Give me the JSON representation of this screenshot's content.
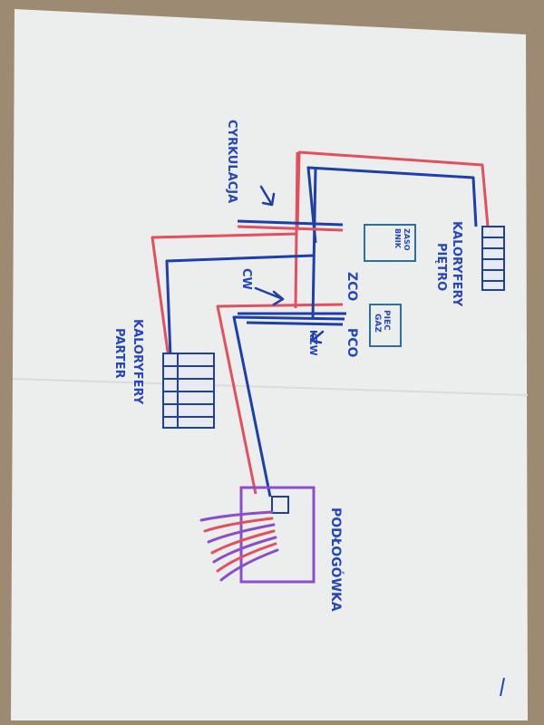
{
  "labels": {
    "cyrkulacja": "CYRKULACJA",
    "kaloryfery_pietro_1": "KALORYFERY",
    "kaloryfery_pietro_2": "PIĘTRO",
    "kaloryfery_parter_1": "KALORYFERY",
    "kaloryfery_parter_2": "PARTER",
    "zasobnik_1": "ZASO",
    "zasobnik_2": "BNIK",
    "piec_1": "PIEC",
    "piec_2": "GAZ",
    "zco": "ZCO",
    "pco": "PCO",
    "cw": "CW",
    "kzw": "KZW",
    "podlogowka": "PODŁOGÓWKA"
  },
  "colors": {
    "paper": "#eceeed",
    "supply_pipe": "#e0505e",
    "return_pipe": "#1f3fa8",
    "floor_heating": "#8a4fc8",
    "text": "#2546b8"
  }
}
